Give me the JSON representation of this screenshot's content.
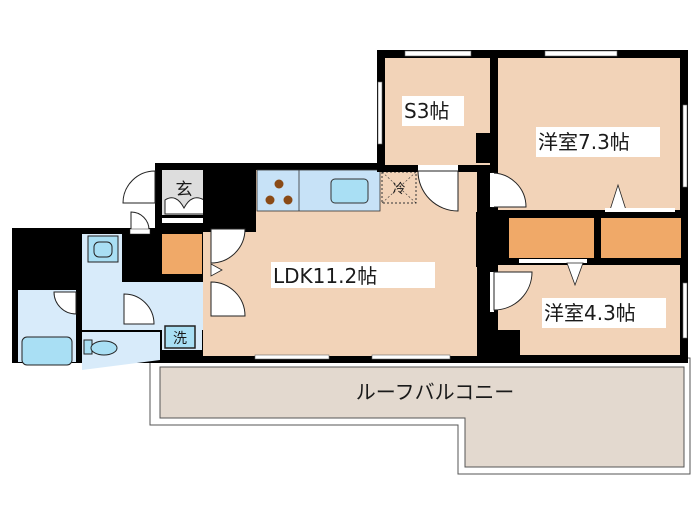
{
  "floorplan": {
    "rooms": [
      {
        "id": "storage",
        "label": "S3帖"
      },
      {
        "id": "western1",
        "label": "洋室7.3帖"
      },
      {
        "id": "ldk",
        "label": "LDK11.2帖"
      },
      {
        "id": "western2",
        "label": "洋室4.3帖"
      },
      {
        "id": "balcony",
        "label": "ルーフバルコニー"
      }
    ],
    "symbols": {
      "entrance": "玄",
      "refrigerator": "冷",
      "washer": "洗"
    },
    "colors": {
      "room": "#f2d3b8",
      "closet": "#f0a968",
      "wet": "#d8ebfa",
      "fixture": "#a9dff4",
      "balcony": "#e3d9cf",
      "entrance": "#dddddd",
      "wall": "#000000",
      "stove": "#8a4a16"
    }
  }
}
